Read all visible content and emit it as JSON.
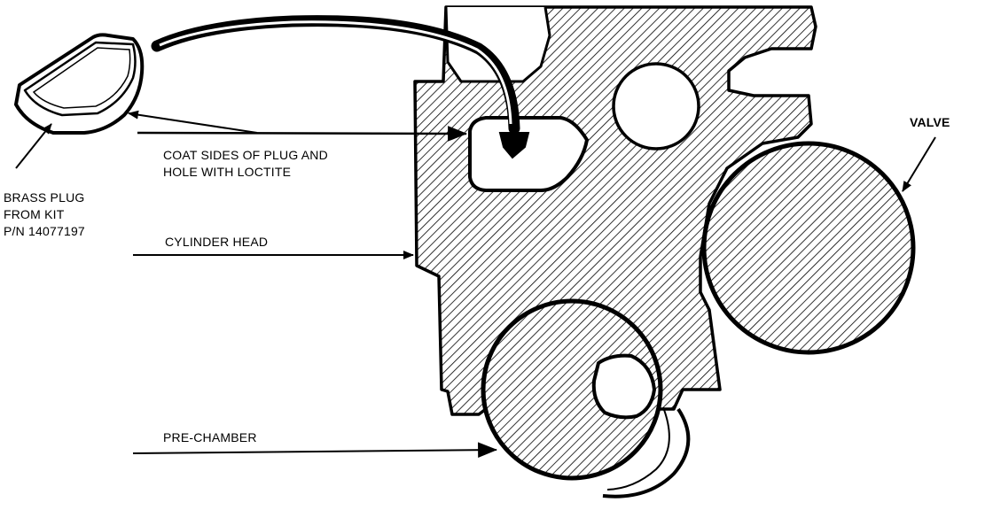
{
  "labels": {
    "brass_plug_line1": "BRASS PLUG",
    "brass_plug_line2": "FROM KIT",
    "brass_plug_line3": "P/N 14077197",
    "coat_line1": "COAT SIDES OF PLUG AND",
    "coat_line2": "HOLE WITH LOCTITE",
    "cylinder_head": "CYLINDER HEAD",
    "pre_chamber": "PRE-CHAMBER",
    "valve": "VALVE"
  },
  "colors": {
    "ink": "#000000",
    "paper": "#ffffff"
  }
}
